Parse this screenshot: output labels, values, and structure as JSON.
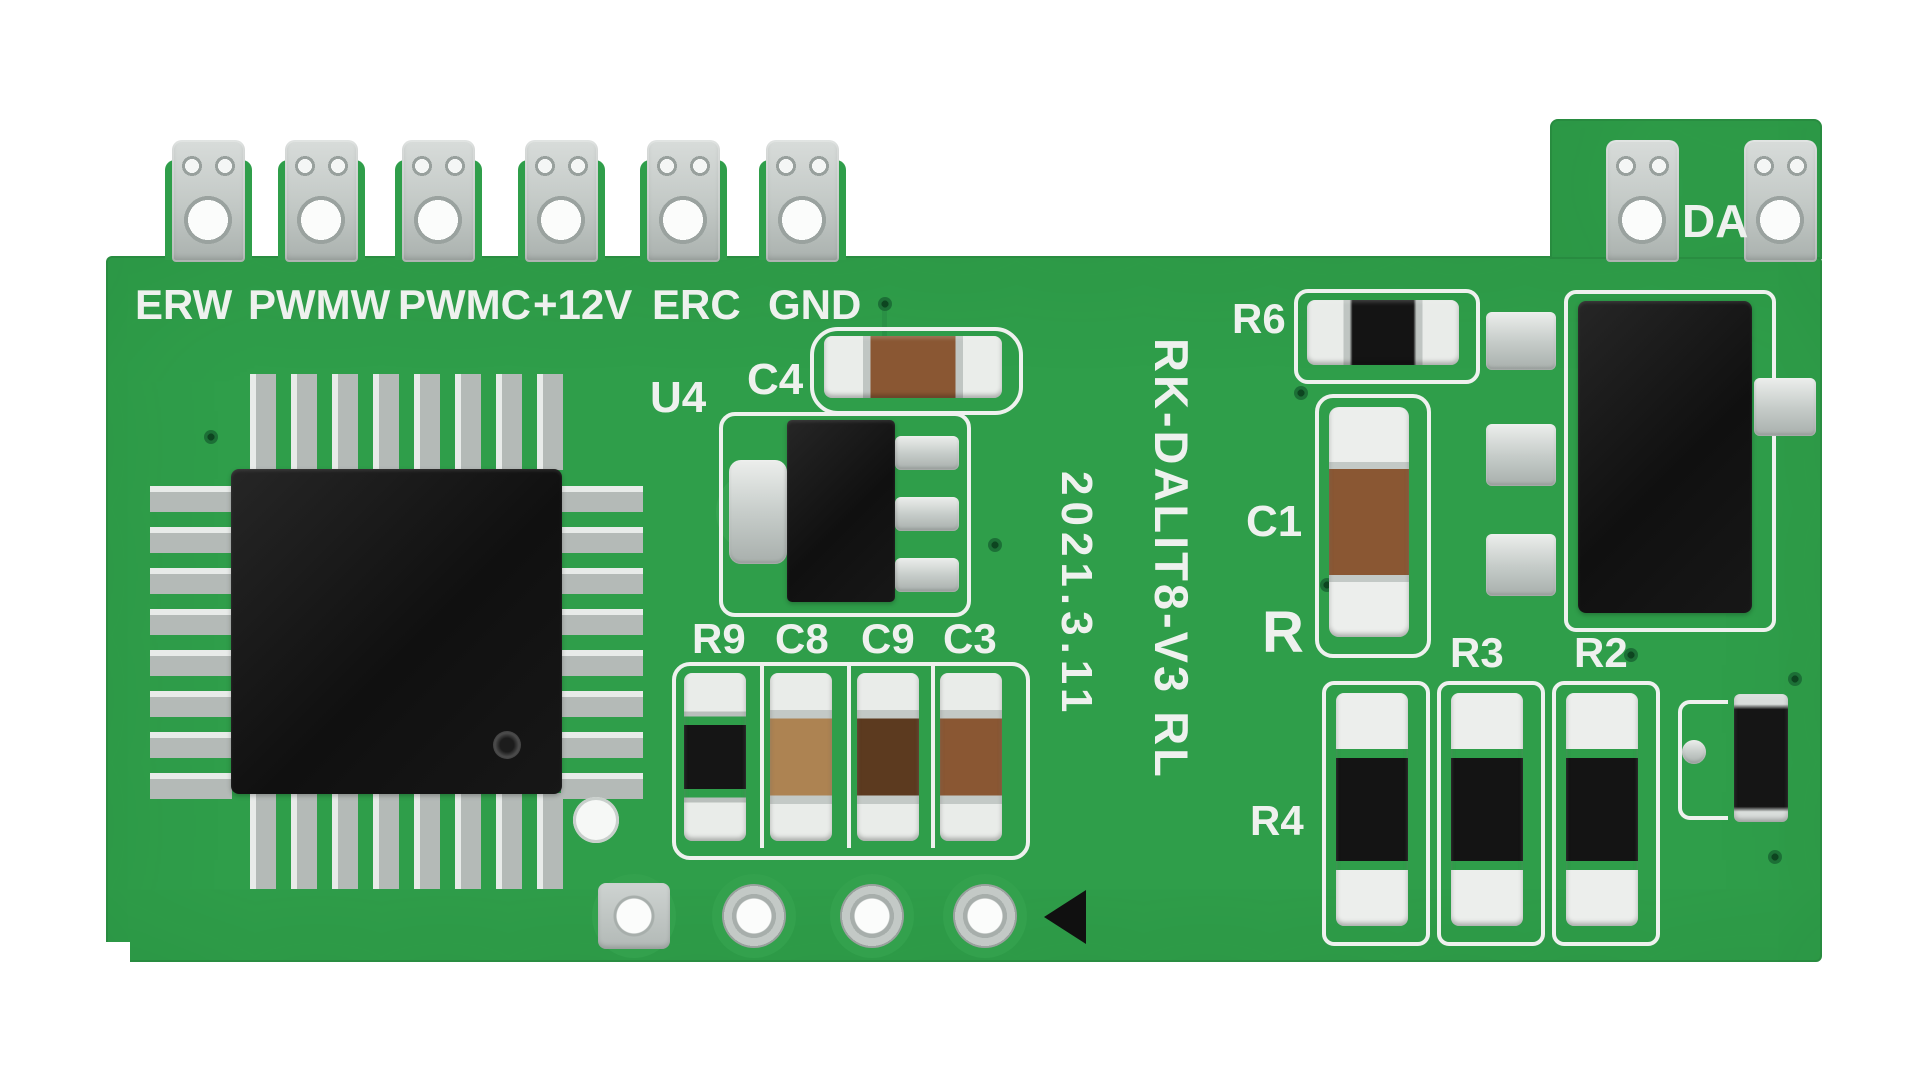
{
  "pcb": {
    "labels": {
      "terminals_left": [
        "ERW",
        "PWMW",
        "PWMC",
        "+12V",
        "ERC",
        "GND"
      ],
      "terminal_right": "DA",
      "u4": "U4",
      "c4": "C4",
      "r9": "R9",
      "c8": "C8",
      "c9": "C9",
      "c3": "C3",
      "r6": "R6",
      "c1": "C1",
      "r": "R",
      "r3": "R3",
      "r2": "R2",
      "r4": "R4",
      "model_vertical": "RK-DALIT8-V3 RL",
      "date_vertical": "2021.3.11"
    },
    "colors": {
      "board_green": "#2f9e4a",
      "trace_green": "#2a9145",
      "silkscreen_white": "#eef1ee",
      "pad_silver": "#c6ccc9",
      "component_black": "#141414",
      "capacitor_brown": "#8a5733",
      "capacitor_dark_brown": "#5c3a1f",
      "capacitor_tan": "#ad8352"
    }
  }
}
